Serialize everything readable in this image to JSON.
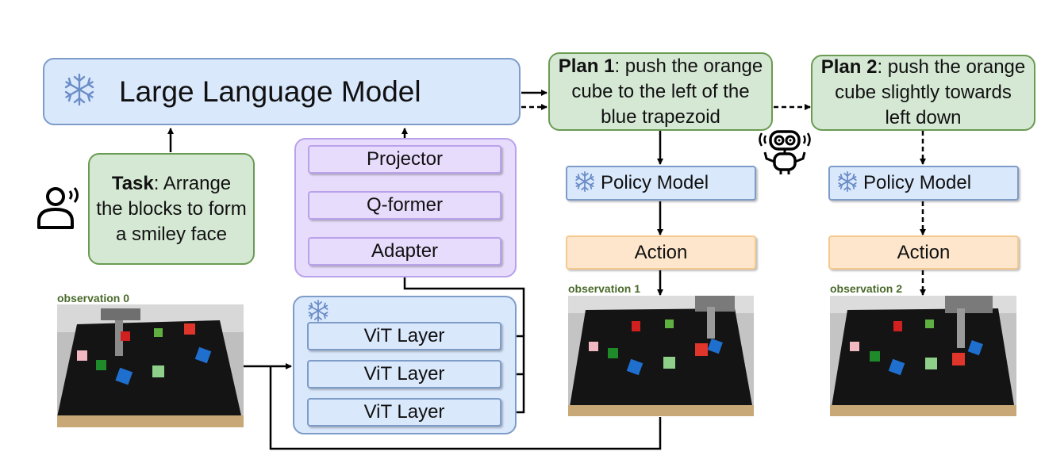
{
  "llm": {
    "label": "Large Language Model"
  },
  "task": {
    "bold": "Task",
    "text": ": Arrange the blocks to form a smiley face"
  },
  "vision": {
    "projector": "Projector",
    "qformer": "Q-former",
    "adapter": "Adapter",
    "vit_layers": [
      "ViT Layer",
      "ViT Layer",
      "ViT Layer"
    ]
  },
  "plan1": {
    "bold": "Plan 1",
    "text": ": push the orange cube to the left of the blue trapezoid"
  },
  "plan2": {
    "bold": "Plan 2",
    "text": ": push the orange cube slightly towards left down"
  },
  "policy1": {
    "label": "Policy Model"
  },
  "policy2": {
    "label": "Policy Model"
  },
  "action1": {
    "label": "Action"
  },
  "action2": {
    "label": "Action"
  },
  "observations": [
    "observation 0",
    "observation 1",
    "observation 2"
  ],
  "icons": {
    "snowflake": "snowflake-icon",
    "user": "user-speaking-icon",
    "robot": "robot-icon"
  },
  "colors": {
    "blue_fill": "#dae8fc",
    "green_fill": "#d5e8d4",
    "orange_fill": "#fde6cc",
    "purple_fill": "#e7dcfb"
  }
}
